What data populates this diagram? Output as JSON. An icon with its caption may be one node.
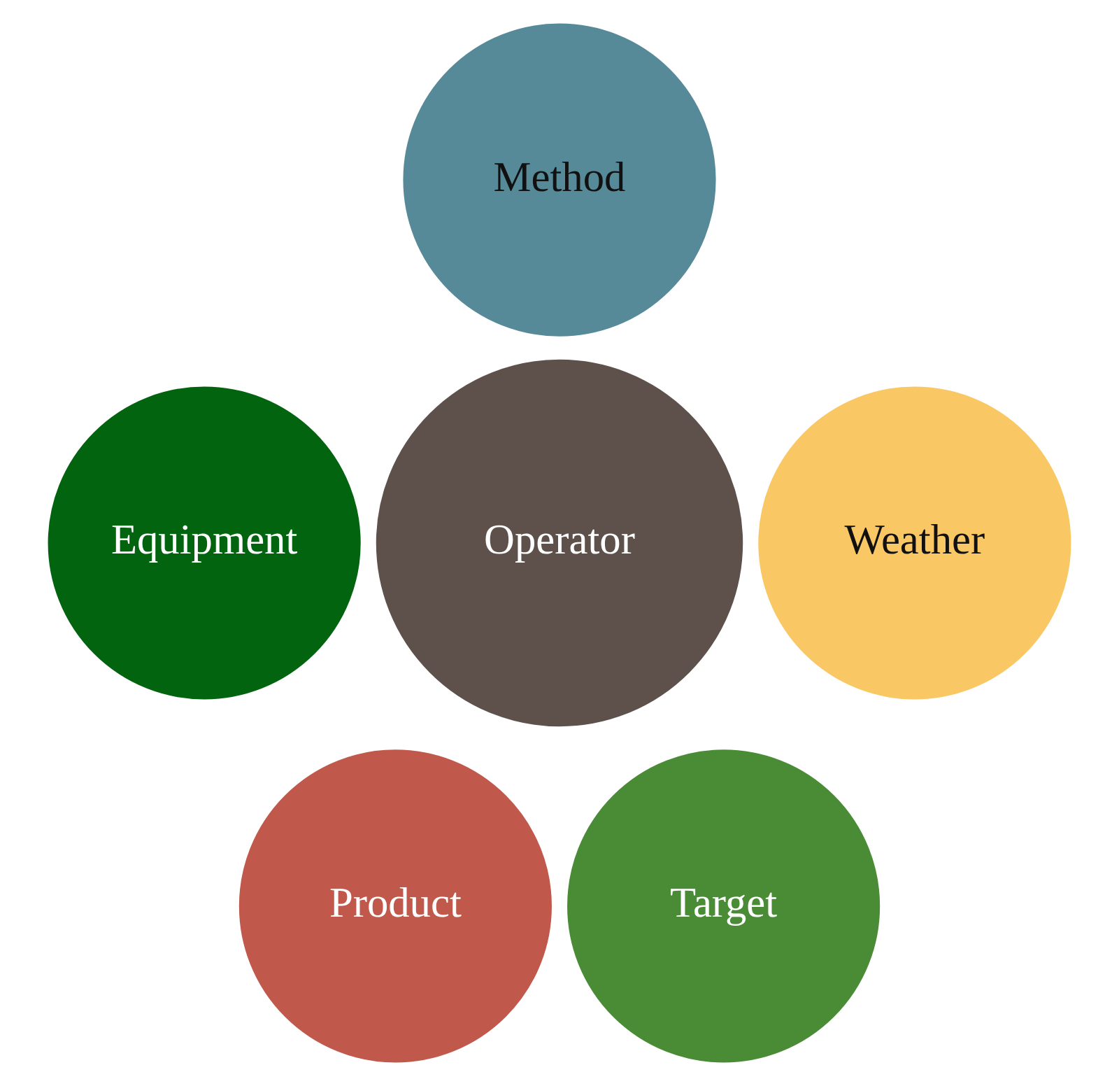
{
  "diagram": {
    "nodes": [
      {
        "text": [
          "Method"
        ]
      },
      {
        "text": [
          "Equipment"
        ]
      },
      {
        "text": [
          "Weather"
        ]
      },
      {
        "text": [
          "Operator"
        ]
      },
      {
        "text": [
          "Product"
        ]
      },
      {
        "text": [
          "Target"
        ]
      }
    ]
  }
}
